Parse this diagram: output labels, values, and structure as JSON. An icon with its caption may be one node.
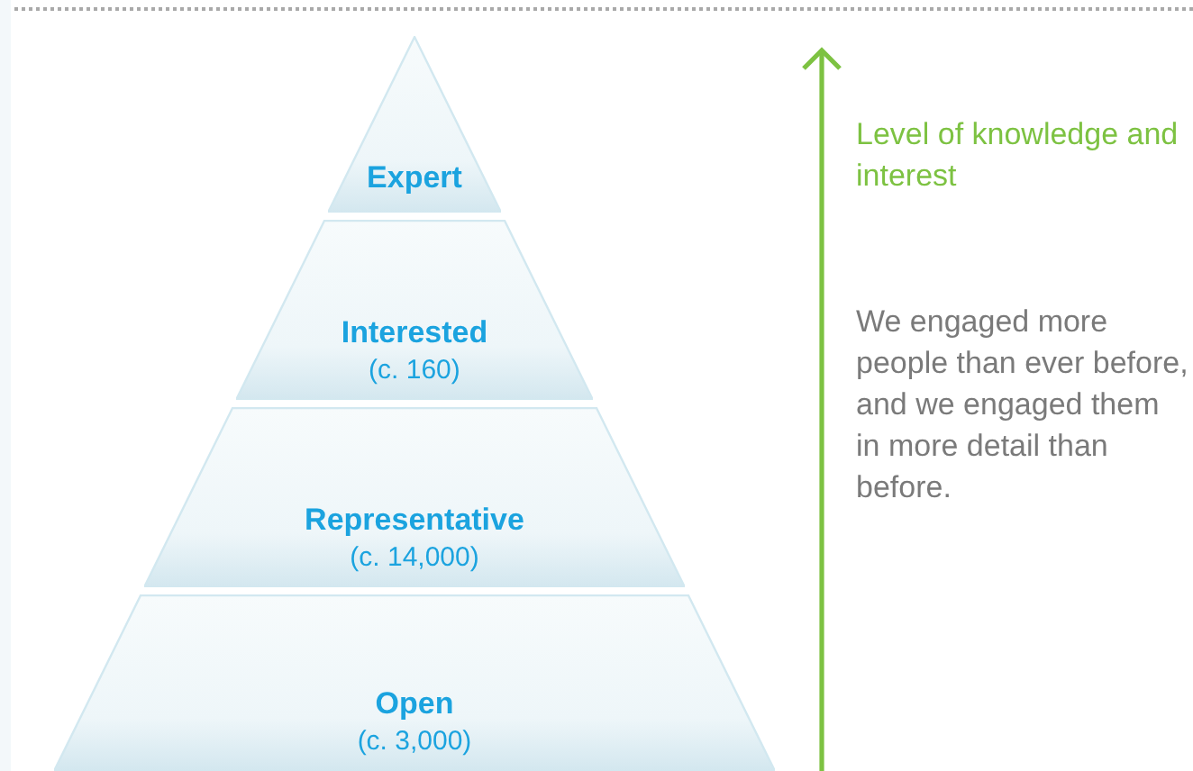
{
  "diagram": {
    "nodes": [
      {
        "text": [
          "Expert"
        ]
      },
      {
        "text": [
          "Interested",
          "(c. 160)"
        ]
      },
      {
        "text": [
          "Representative",
          "(c. 14,000)"
        ]
      },
      {
        "text": [
          "Open",
          "(c. 3,000)"
        ]
      }
    ],
    "labels": [
      "Level of knowledge and interest",
      "We engaged more people than ever before, and we engaged them in more detail than before."
    ]
  }
}
